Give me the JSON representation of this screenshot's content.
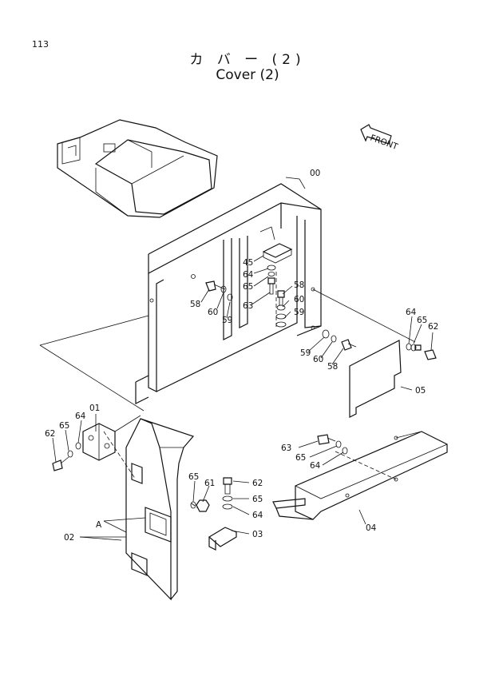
{
  "page_number": "113",
  "title_jp": "カ バ ー (2)",
  "title_en": "Cover (2)",
  "front_label": "FRONT",
  "callouts": {
    "c00": "00",
    "c01": "01",
    "c02": "02",
    "c03": "03",
    "c04": "04",
    "c05": "05",
    "c45": "45",
    "c64a": "64",
    "c65a": "65",
    "c63a": "63",
    "c58a": "58",
    "c60a": "60",
    "c59a": "59",
    "c58b": "58",
    "c60b": "60",
    "c59b": "59",
    "c59c": "59",
    "c60c": "60",
    "c58c": "58",
    "c64b": "64",
    "c65b": "65",
    "c62b": "62",
    "c62c": "62",
    "c65c": "65",
    "c64c": "64",
    "c63d": "63",
    "c65d": "65",
    "c64d": "64",
    "c65e": "65",
    "c61e": "61",
    "c62f": "62",
    "c65f": "65",
    "c64f": "64",
    "cA": "A"
  }
}
